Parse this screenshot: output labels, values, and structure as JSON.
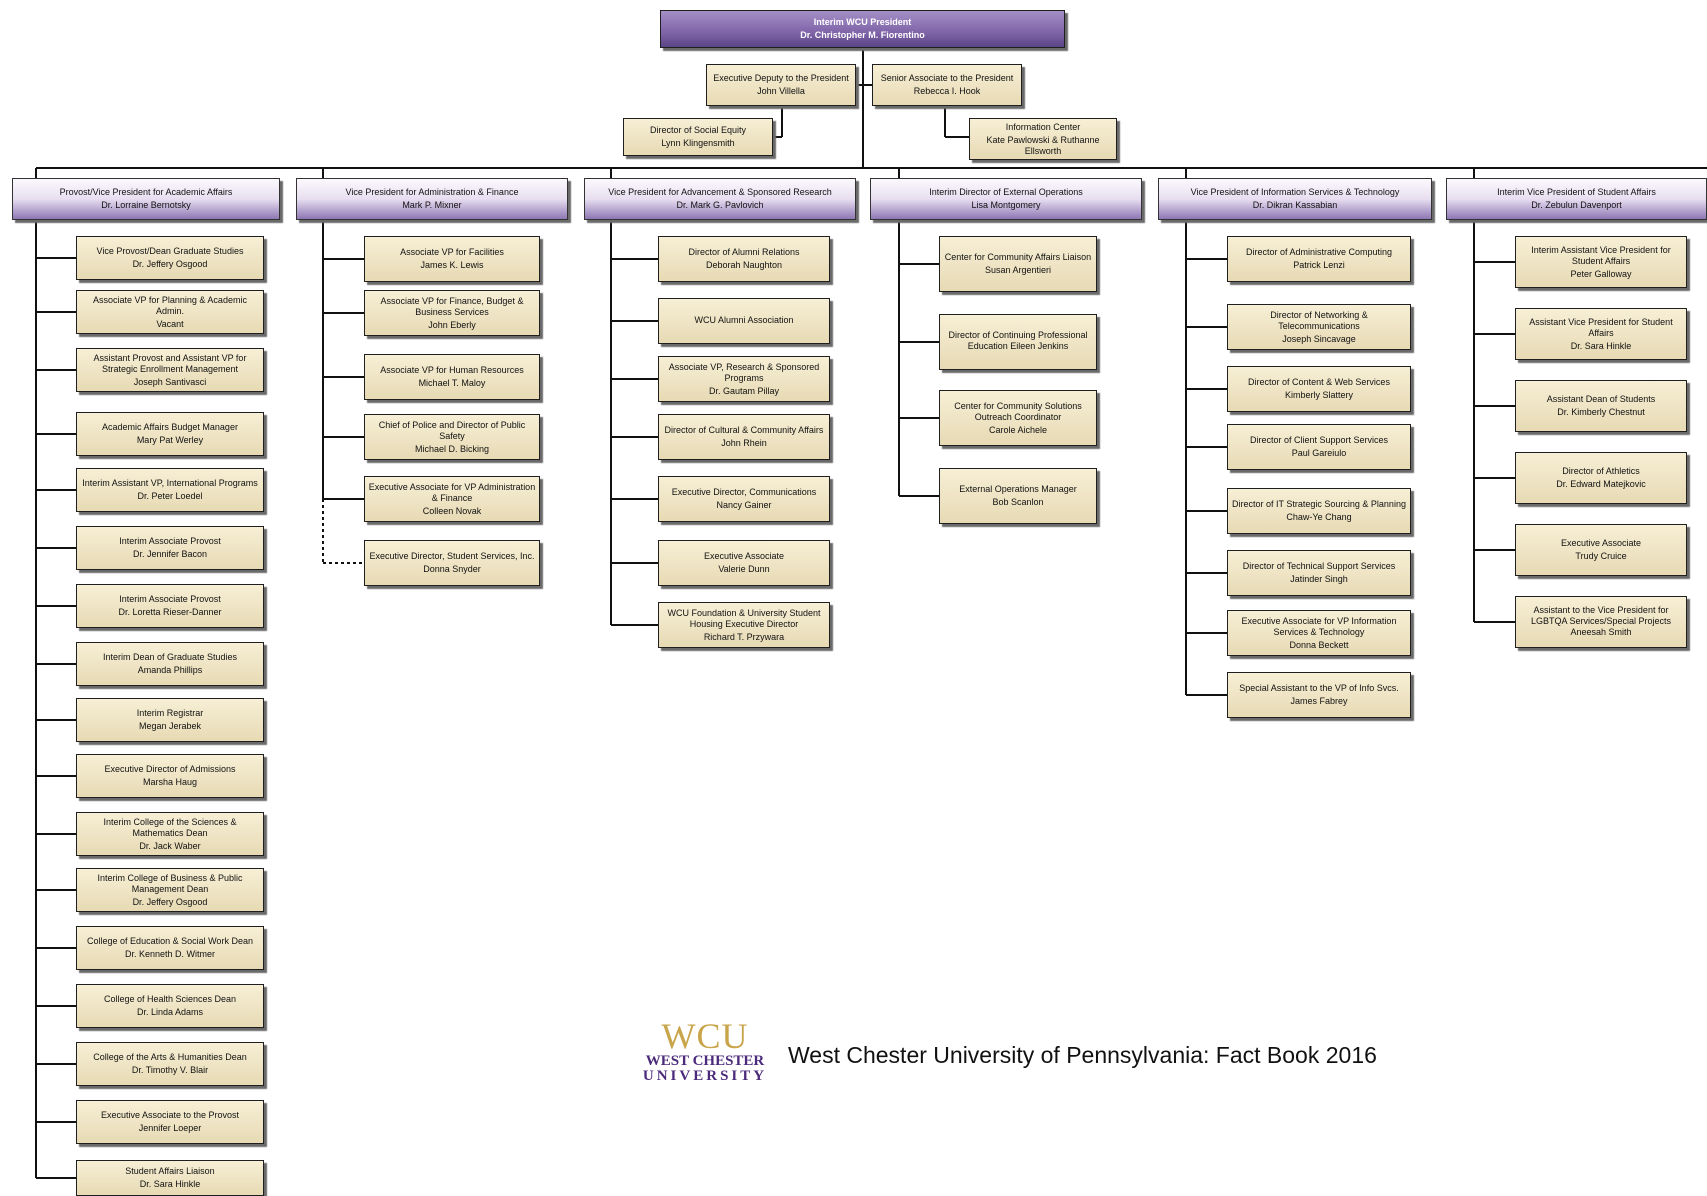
{
  "president": {
    "title": "Interim WCU President",
    "name": "Dr. Christopher M. Fiorentino"
  },
  "staff": [
    {
      "title": "Executive Deputy to the President",
      "name": "John Villella"
    },
    {
      "title": "Senior Associate to the President",
      "name": "Rebecca I. Hook"
    },
    {
      "title": "Director of Social Equity",
      "name": "Lynn Klingensmith"
    },
    {
      "title": "Information Center",
      "name": "Kate Pawlowski & Ruthanne Ellsworth"
    }
  ],
  "divisions": [
    {
      "title": "Provost/Vice President for Academic Affairs",
      "name": "Dr. Lorraine Bernotsky",
      "units": [
        {
          "title": "Vice Provost/Dean Graduate Studies",
          "name": "Dr. Jeffery Osgood"
        },
        {
          "title": "Associate VP for Planning & Academic Admin.",
          "name": "Vacant"
        },
        {
          "title": "Assistant Provost and Assistant VP for Strategic Enrollment Management",
          "name": "Joseph Santivasci"
        },
        {
          "title": "Academic Affairs Budget Manager",
          "name": "Mary Pat Werley"
        },
        {
          "title": "Interim Assistant VP, International Programs",
          "name": "Dr. Peter Loedel"
        },
        {
          "title": "Interim Associate Provost",
          "name": "Dr. Jennifer Bacon"
        },
        {
          "title": "Interim Associate Provost",
          "name": "Dr. Loretta Rieser-Danner"
        },
        {
          "title": "Interim Dean of Graduate Studies",
          "name": "Amanda Phillips"
        },
        {
          "title": "Interim Registrar",
          "name": "Megan Jerabek"
        },
        {
          "title": "Executive Director of Admissions",
          "name": "Marsha Haug"
        },
        {
          "title": "Interim College of the Sciences & Mathematics Dean",
          "name": "Dr. Jack Waber"
        },
        {
          "title": "Interim College of Business & Public Management Dean",
          "name": "Dr. Jeffery Osgood"
        },
        {
          "title": "College of Education & Social Work Dean",
          "name": "Dr. Kenneth D. Witmer"
        },
        {
          "title": "College of Health Sciences Dean",
          "name": "Dr. Linda Adams"
        },
        {
          "title": "College of the Arts & Humanities Dean",
          "name": "Dr. Timothy V. Blair"
        },
        {
          "title": "Executive Associate to the Provost",
          "name": "Jennifer Loeper"
        },
        {
          "title": "Student Affairs Liaison",
          "name": "Dr. Sara Hinkle"
        }
      ]
    },
    {
      "title": "Vice President for Administration & Finance",
      "name": "Mark P. Mixner",
      "units": [
        {
          "title": "Associate VP for Facilities",
          "name": "James K. Lewis"
        },
        {
          "title": "Associate VP for Finance, Budget & Business Services",
          "name": "John Eberly"
        },
        {
          "title": "Associate VP for Human Resources",
          "name": "Michael T. Maloy"
        },
        {
          "title": "Chief of Police and Director of Public Safety",
          "name": "Michael D. Bicking"
        },
        {
          "title": "Executive Associate for VP Administration & Finance",
          "name": "Colleen Novak"
        },
        {
          "title": "Executive Director, Student Services, Inc.",
          "name": "Donna Snyder"
        }
      ]
    },
    {
      "title": "Vice President for Advancement & Sponsored Research",
      "name": "Dr. Mark G. Pavlovich",
      "units": [
        {
          "title": "Director of Alumni Relations",
          "name": "Deborah Naughton"
        },
        {
          "title": "WCU Alumni Association",
          "name": ""
        },
        {
          "title": "Associate VP, Research & Sponsored Programs",
          "name": "Dr. Gautam Pillay"
        },
        {
          "title": "Director of Cultural & Community Affairs",
          "name": "John Rhein"
        },
        {
          "title": "Executive Director, Communications",
          "name": "Nancy Gainer"
        },
        {
          "title": "Executive Associate",
          "name": "Valerie Dunn"
        },
        {
          "title": "WCU Foundation & University Student Housing Executive Director",
          "name": "Richard T. Przywara"
        }
      ]
    },
    {
      "title": "Interim Director of External Operations",
      "name": "Lisa Montgomery",
      "units": [
        {
          "title": "Center for Community Affairs Liaison",
          "name": "Susan Argentieri"
        },
        {
          "title": "Director of Continuing Professional Education Eileen Jenkins",
          "name": ""
        },
        {
          "title": "Center for Community Solutions Outreach Coordinator",
          "name": "Carole Aichele"
        },
        {
          "title": "External Operations Manager",
          "name": "Bob Scanlon"
        }
      ]
    },
    {
      "title": "Vice President of Information Services & Technology",
      "name": "Dr. Dikran Kassabian",
      "units": [
        {
          "title": "Director of Administrative Computing",
          "name": "Patrick Lenzi"
        },
        {
          "title": "Director of Networking & Telecommunications",
          "name": "Joseph Sincavage"
        },
        {
          "title": "Director of Content & Web Services",
          "name": "Kimberly Slattery"
        },
        {
          "title": "Director of Client Support Services",
          "name": "Paul Gareiulo"
        },
        {
          "title": "Director of IT Strategic Sourcing & Planning",
          "name": "Chaw-Ye Chang"
        },
        {
          "title": "Director of Technical Support Services",
          "name": "Jatinder Singh"
        },
        {
          "title": "Executive Associate for VP Information Services & Technology",
          "name": "Donna Beckett"
        },
        {
          "title": "Special Assistant to the VP of Info Svcs.",
          "name": "James Fabrey"
        }
      ]
    },
    {
      "title": "Interim Vice President of Student Affairs",
      "name": "Dr. Zebulun Davenport",
      "units": [
        {
          "title": "Interim Assistant Vice President for Student Affairs",
          "name": "Peter Galloway"
        },
        {
          "title": "Assistant Vice President for Student Affairs",
          "name": "Dr. Sara Hinkle"
        },
        {
          "title": "Assistant Dean of Students",
          "name": "Dr. Kimberly Chestnut"
        },
        {
          "title": "Director of Athletics",
          "name": "Dr. Edward Matejkovic"
        },
        {
          "title": "Executive Associate",
          "name": "Trudy Cruice"
        },
        {
          "title": "Assistant to the Vice President for LGBTQA Services/Special Projects Aneesah Smith",
          "name": ""
        }
      ]
    }
  ],
  "footer": {
    "logo_wcu": "WCU",
    "logo_line1": "WEST CHESTER",
    "logo_line2": "UNIVERSITY",
    "text": "West Chester University of Pennsylvania: Fact Book 2016"
  },
  "colors": {
    "box_fill": "#efe4c4",
    "header_gradient_bottom": "#8e77b4",
    "president_fill": "#7f64a8",
    "logo_gold": "#c8a54a",
    "logo_purple": "#4b2a7b"
  }
}
